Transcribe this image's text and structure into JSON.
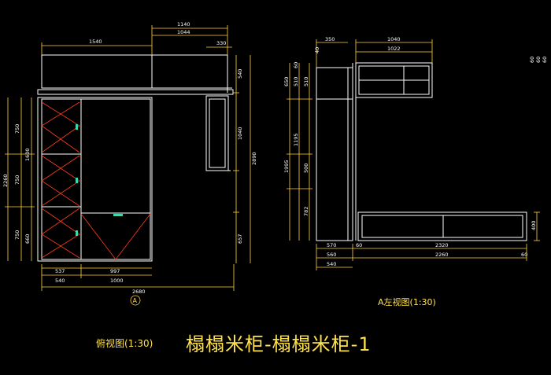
{
  "title": "榻榻米柜-榻榻米柜-1",
  "labels": {
    "top_view": "俯视图(1:30)",
    "left_view": "A左视图(1:30)",
    "section_marker": "A"
  },
  "colors": {
    "background": "#000000",
    "outline": "#ffffff",
    "dimension": "#ffd23c",
    "door_mark": "#ff3b1f",
    "handle": "#3fd6b0",
    "label": "#ffe14a"
  },
  "dimensions": {
    "top_view": {
      "top": [
        "1140",
        "1044",
        "1540",
        "330"
      ],
      "right": [
        "540",
        "1040",
        "2890",
        "657"
      ],
      "left": [
        "2260",
        "750",
        "1600",
        "750",
        "750",
        "660"
      ],
      "bottom": [
        "537",
        "997",
        "540",
        "1000",
        "2680"
      ]
    },
    "left_view": {
      "top": [
        "350",
        "1040",
        "1022",
        "40"
      ],
      "left": [
        "650",
        "60",
        "510",
        "510",
        "1195",
        "500",
        "1995",
        "782"
      ],
      "bottom": [
        "570",
        "60",
        "2320",
        "560",
        "2260",
        "60",
        "540"
      ],
      "right": [
        "400",
        "60",
        "60",
        "60"
      ]
    }
  }
}
